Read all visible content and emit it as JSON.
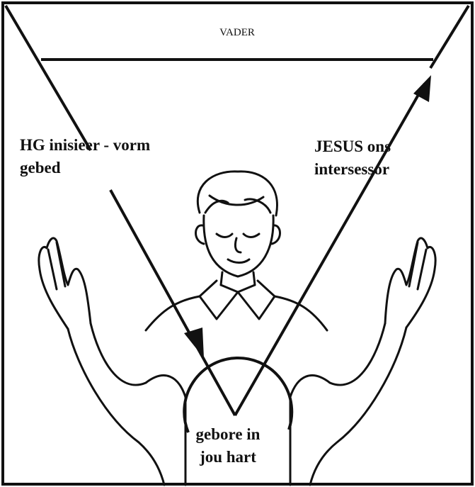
{
  "labels": {
    "top": "VADER",
    "left_line1": "HG inisieer - vorm",
    "left_line2": "gebed",
    "right_line1": "JESUS ons",
    "right_line2": "intersessor",
    "bottom_line1": "gebore in",
    "bottom_line2": "jou hart"
  },
  "colors": {
    "ink": "#111111",
    "background": "#ffffff"
  }
}
